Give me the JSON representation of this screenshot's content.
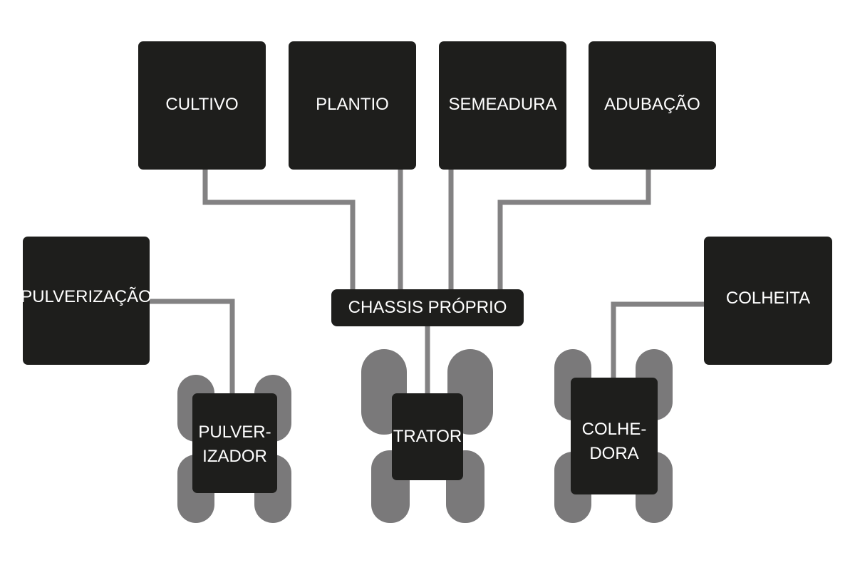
{
  "colors": {
    "box_fill": "#1e1e1c",
    "box_text": "#ffffff",
    "connector": "#838283",
    "wheel": "#7a797a",
    "background": "#ffffff"
  },
  "nodes": {
    "cultivo": "CULTIVO",
    "plantio": "PLANTIO",
    "semeadura": "SEMEADURA",
    "adubacao": "ADUBAÇÃO",
    "pulverizacao": "PULVERIZAÇÃO",
    "chassis": "CHASSIS PRÓPRIO",
    "colheita": "COLHEITA",
    "pulverizador": "PULVER-\nIZADOR",
    "trator": "TRATOR",
    "colhedora": "COLHE-\nDORA"
  }
}
